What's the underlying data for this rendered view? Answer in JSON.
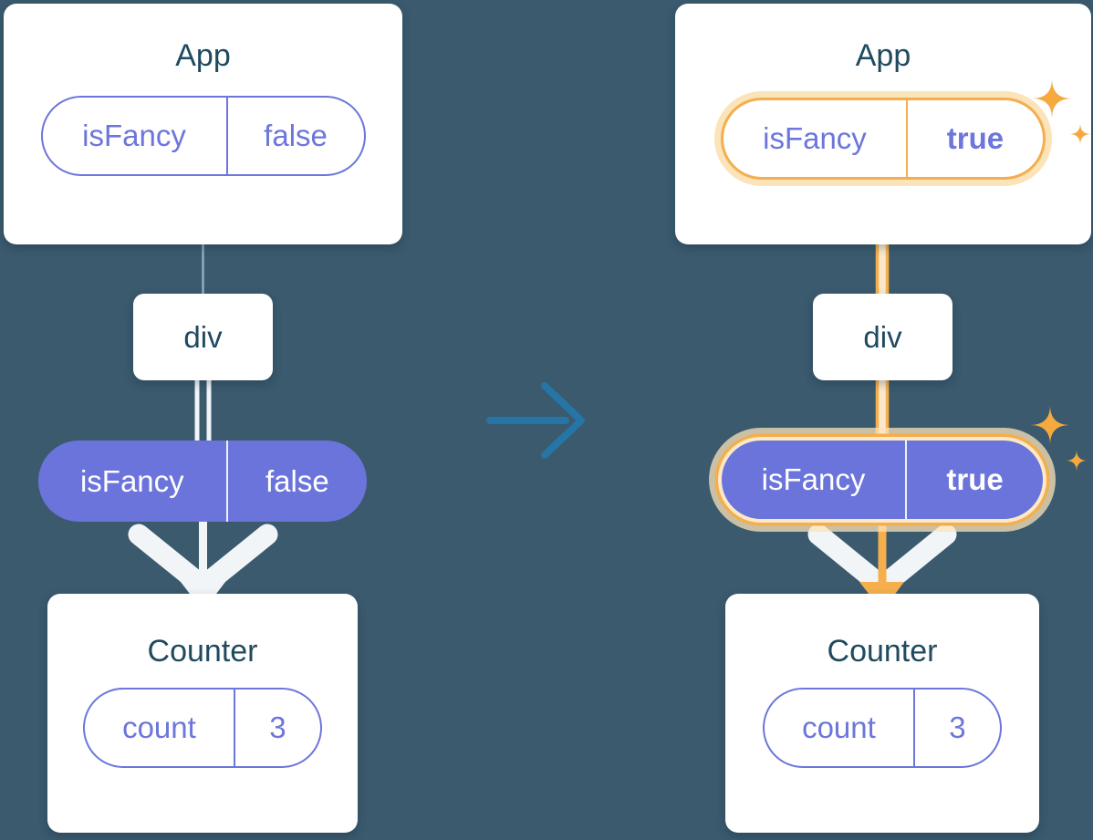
{
  "before": {
    "app": {
      "title": "App",
      "pill_key": "isFancy",
      "pill_value": "false"
    },
    "div_label": "div",
    "prop_pill": {
      "key": "isFancy",
      "value": "false"
    },
    "counter": {
      "title": "Counter",
      "pill_key": "count",
      "pill_value": "3"
    }
  },
  "after": {
    "app": {
      "title": "App",
      "pill_key": "isFancy",
      "pill_value": "true"
    },
    "div_label": "div",
    "prop_pill": {
      "key": "isFancy",
      "value": "true"
    },
    "counter": {
      "title": "Counter",
      "pill_key": "count",
      "pill_value": "3"
    }
  },
  "icons": {
    "sparkle": "four-pointed-star",
    "transition": "right-arrow"
  },
  "colors": {
    "background": "#3B5A6E",
    "card_bg": "#FFFFFF",
    "title_text": "#1F4A5F",
    "purple": "#6C76DB",
    "purple_fill": "#6B74DB",
    "orange": "#F4AE4E",
    "orange_glow": "#FBE3BA",
    "sparkle": "#F6A93E",
    "line_white": "#F1F5F8",
    "connector_gray": "#8FAEC2",
    "transition_arrow": "#2575A6"
  }
}
